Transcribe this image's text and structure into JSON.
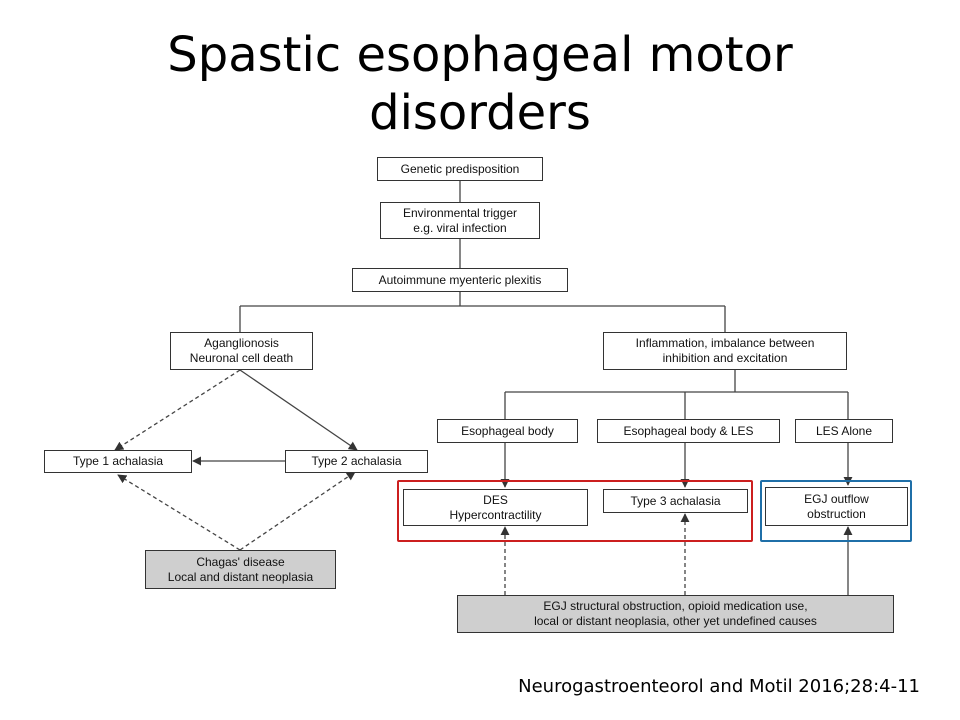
{
  "slide": {
    "title_line1": "Spastic esophageal motor",
    "title_line2": "disorders",
    "citation": "Neurogastroenteorol and Motil 2016;28:4-11"
  },
  "diagram": {
    "genetic": "Genetic predisposition",
    "env_line1": "Environmental trigger",
    "env_line2": "e.g. viral infection",
    "autoimmune": "Autoimmune myenteric plexitis",
    "agang_line1": "Aganglionosis",
    "agang_line2": "Neuronal cell death",
    "inflam_line1": "Inflammation, imbalance between",
    "inflam_line2": "inhibition and excitation",
    "type1": "Type 1 achalasia",
    "type2": "Type 2 achalasia",
    "esoph_body": "Esophageal body",
    "esoph_body_les": "Esophageal body & LES",
    "les_alone": "LES  Alone",
    "des_line1": "DES",
    "des_line2": "Hypercontractility",
    "type3": "Type 3 achalasia",
    "egj_line1": "EGJ outflow",
    "egj_line2": "obstruction",
    "chagas_line1": "Chagas' disease",
    "chagas_line2": "Local and distant neoplasia",
    "struct_line1": "EGJ structural obstruction, opioid medication use,",
    "struct_line2": "local or distant neoplasia, other yet undefined causes"
  },
  "highlights": {
    "red_frame_color": "#cc1f1f",
    "blue_frame_color": "#1f6fa8"
  }
}
